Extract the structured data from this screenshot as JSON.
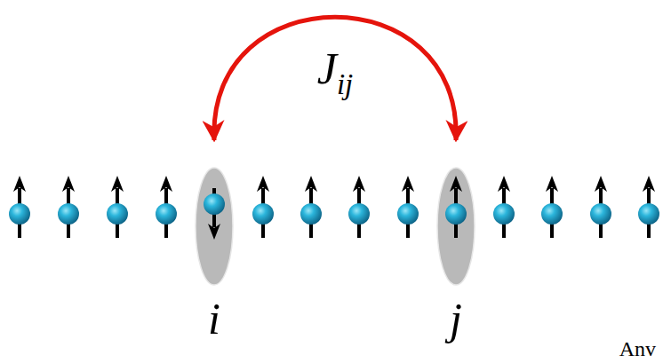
{
  "diagram": {
    "nodes": [
      {
        "text": [
          "i"
        ]
      },
      {
        "text": [
          "j"
        ]
      }
    ],
    "edges": [
      {
        "from": 0,
        "to": 1,
        "arrow": "both",
        "label": "Jij"
      }
    ],
    "labels": [
      "Anv"
    ]
  }
}
